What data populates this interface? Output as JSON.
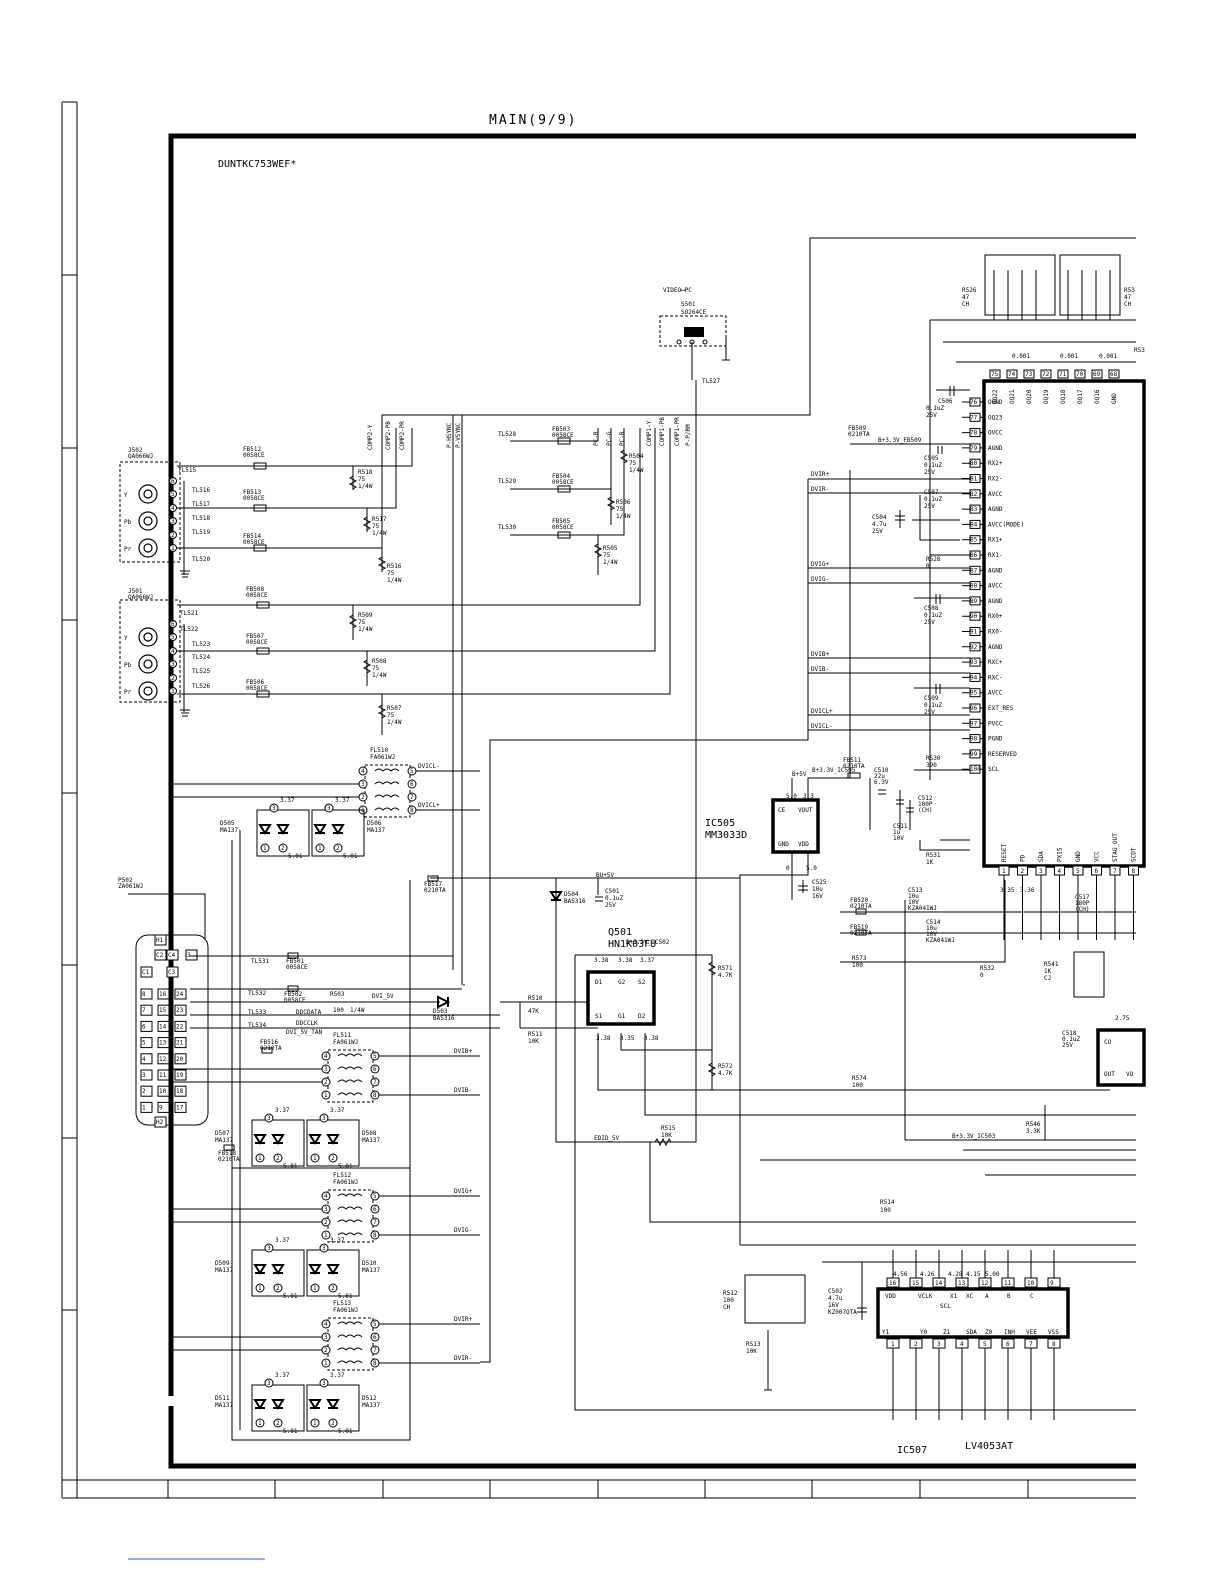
{
  "title": "MAIN(9/9)",
  "model_code": "DUNTKC753WEF*",
  "switch": {
    "label": "VIDEO⟷PC",
    "ref": "S501",
    "part": "SO264CE",
    "tl": "TL527"
  },
  "connectors": {
    "j502": {
      "ref": "J502",
      "part": "QA066WJ"
    },
    "j501": {
      "ref": "J501",
      "part": "QA066WJ"
    },
    "jack_labels": [
      "Y",
      "Pb",
      "Pr"
    ],
    "test_points_top": [
      "TL515",
      "TL516",
      "TL517",
      "TL518",
      "TL519",
      "TL520"
    ],
    "test_points_bottom": [
      "TL521",
      "TL522",
      "TL523",
      "TL524",
      "TL525",
      "TL526"
    ],
    "pins": [
      "6",
      "5",
      "4",
      "3",
      "2",
      "1"
    ]
  },
  "ferrites_top": [
    {
      "ref": "FB512",
      "part": "0058CE"
    },
    {
      "ref": "FB513",
      "part": "0058CE"
    },
    {
      "ref": "FB514",
      "part": "0058CE"
    }
  ],
  "ferrites_bottom": [
    {
      "ref": "FB508",
      "part": "0058CE"
    },
    {
      "ref": "FB507",
      "part": "0058CE"
    },
    {
      "ref": "FB506",
      "part": "0058CE"
    }
  ],
  "ferrites_pc": [
    {
      "ref": "FB503",
      "part": "0058CE"
    },
    {
      "ref": "FB504",
      "part": "0058CE"
    },
    {
      "ref": "FB505",
      "part": "0058CE"
    }
  ],
  "resistors_top": [
    {
      "ref": "R518",
      "value": "75",
      "watt": "1/4W"
    },
    {
      "ref": "R517",
      "value": "75",
      "watt": "1/4W"
    },
    {
      "ref": "R516",
      "value": "75",
      "watt": "1/4W"
    }
  ],
  "resistors_bottom": [
    {
      "ref": "R509",
      "value": "75",
      "watt": "1/4W"
    },
    {
      "ref": "R508",
      "value": "75",
      "watt": "1/4W"
    },
    {
      "ref": "R507",
      "value": "75",
      "watt": "1/4W"
    }
  ],
  "resistors_pc": [
    {
      "ref": "R504",
      "value": "75",
      "watt": "1/4W"
    },
    {
      "ref": "R506",
      "value": "75",
      "watt": "1/4W"
    },
    {
      "ref": "R505",
      "value": "75",
      "watt": "1/4W"
    }
  ],
  "signals_vertical": [
    "COMP2-Y",
    "COMP2-PB",
    "COMP2-PR",
    "P-HSYNC",
    "P-VSYNC",
    "PC-R",
    "PC-G",
    "PC-B",
    "COMP1-Y",
    "COMP1-PB",
    "COMP1-PR",
    "P-P/RM"
  ],
  "tl_pc": [
    "TL528",
    "TL529",
    "TL530"
  ],
  "ic505": {
    "ref": "IC505",
    "part": "MM3033D",
    "pins": [
      "CE",
      "VOUT",
      "GND",
      "VDD"
    ],
    "net": "B+3.3V_IC505",
    "bplus": "B+5V"
  },
  "caps_ic505": [
    {
      "ref": "C510",
      "value": "22u",
      "volt": "6.3V"
    },
    {
      "ref": "C512",
      "value": "100P",
      "volt": "(CH)"
    },
    {
      "ref": "C511",
      "value": "1u",
      "volt": "10V"
    },
    {
      "ref": "C525",
      "value": "10u",
      "volt": "16V"
    }
  ],
  "fb511": {
    "ref": "FB511",
    "part": "0210TA"
  },
  "fb509": {
    "ref": "FB509",
    "part": "0210TA",
    "net": "B+3.3V_FB509"
  },
  "r530": {
    "ref": "R530",
    "value": "390"
  },
  "r528": {
    "ref": "R528",
    "value": "0"
  },
  "r531": {
    "ref": "R531",
    "value": "1K"
  },
  "main_ic_pins": [
    {
      "n": "76",
      "name": "OGND"
    },
    {
      "n": "77",
      "name": "OQ23"
    },
    {
      "n": "78",
      "name": "OVCC"
    },
    {
      "n": "79",
      "name": "AGND"
    },
    {
      "n": "80",
      "name": "RX2+"
    },
    {
      "n": "81",
      "name": "RX2-"
    },
    {
      "n": "82",
      "name": "AVCC"
    },
    {
      "n": "83",
      "name": "AGND"
    },
    {
      "n": "84",
      "name": "AVCC(MODE)"
    },
    {
      "n": "85",
      "name": "RX1+"
    },
    {
      "n": "86",
      "name": "RX1-"
    },
    {
      "n": "87",
      "name": "AGND"
    },
    {
      "n": "88",
      "name": "AVCC"
    },
    {
      "n": "89",
      "name": "AGND"
    },
    {
      "n": "90",
      "name": "RX0+"
    },
    {
      "n": "91",
      "name": "RX0-"
    },
    {
      "n": "92",
      "name": "AGND"
    },
    {
      "n": "93",
      "name": "RXC+"
    },
    {
      "n": "94",
      "name": "RXC-"
    },
    {
      "n": "95",
      "name": "AVCC"
    },
    {
      "n": "96",
      "name": "EXT_RES"
    },
    {
      "n": "97",
      "name": "PVCC"
    },
    {
      "n": "98",
      "name": "PGND"
    },
    {
      "n": "99",
      "name": "RESERVED"
    },
    {
      "n": "100",
      "name": "SCL"
    }
  ],
  "main_ic_top_pins": [
    "OQ22",
    "OQ21",
    "OQ20",
    "OQ19",
    "OQ18",
    "OQ17",
    "OQ16",
    "GND"
  ],
  "main_ic_bottom_pins": [
    "RESET",
    "PD",
    "SDA",
    "PXIS",
    "GND",
    "VCC",
    "STAG_OUT",
    "SCDT"
  ],
  "dvi_nets": [
    "DVIR+",
    "DVIR-",
    "DVIG+",
    "DVIG-",
    "DVIB+",
    "DVIB-",
    "DVICL+",
    "DVICL-"
  ],
  "caps_main": [
    {
      "ref": "C506",
      "value": "0.1uZ",
      "volt": "25V"
    },
    {
      "ref": "C505",
      "value": "0.1uZ",
      "volt": "25V"
    },
    {
      "ref": "C507",
      "value": "0.1uZ",
      "volt": "25V"
    },
    {
      "ref": "C504",
      "value": "4.7u",
      "volt": "25V"
    },
    {
      "ref": "C508",
      "value": "0.1uZ",
      "volt": "25V"
    },
    {
      "ref": "C509",
      "value": "0.1uZ",
      "volt": "25V"
    }
  ],
  "rn_top": [
    {
      "ref": "R526",
      "value": "47",
      "note": "CH"
    },
    {
      "ref": "R53",
      "value": "47",
      "note": "CH"
    }
  ],
  "fl510": {
    "ref": "FL510",
    "part": "FA061WJ"
  },
  "fl511": {
    "ref": "FL511",
    "part": "FA061WJ"
  },
  "fl512": {
    "ref": "FL512",
    "part": "FA061WJ"
  },
  "fl513": {
    "ref": "FL513",
    "part": "FA061WJ"
  },
  "diodes": [
    {
      "ref": "D505",
      "part": "MA137"
    },
    {
      "ref": "D506",
      "part": "MA137"
    },
    {
      "ref": "D507",
      "part": "MA137"
    },
    {
      "ref": "D508",
      "part": "MA137"
    },
    {
      "ref": "D509",
      "part": "MA137"
    },
    {
      "ref": "D510",
      "part": "MA137"
    },
    {
      "ref": "D511",
      "part": "MA137"
    },
    {
      "ref": "D512",
      "part": "MA137"
    },
    {
      "ref": "D503",
      "part": "BAS316"
    },
    {
      "ref": "D504",
      "part": "BAS316"
    }
  ],
  "p502": {
    "ref": "P502",
    "part": "ZA061WJ"
  },
  "fb501": {
    "ref": "FB501",
    "part": "0058CE"
  },
  "fb502": {
    "ref": "FB502",
    "part": "0058CE"
  },
  "fb516": {
    "ref": "FB516",
    "part": "0210TA"
  },
  "fb517": {
    "ref": "FB517",
    "part": "0210TA"
  },
  "fb518": {
    "ref": "FB518",
    "part": "0210TA"
  },
  "tl_dvi": [
    "TL531",
    "TL532",
    "TL533",
    "TL534"
  ],
  "dvi_small": {
    "dv5": "DVI_5V",
    "ddcdata": "DDCDATA",
    "ddcclk": "DDCCLK",
    "dvitan": "DVI_5V_TAN",
    "bu5v": "BU+5V",
    "edid": "EDID_5V"
  },
  "r503": {
    "ref": "R503",
    "value": "100",
    "watt": "1/4W"
  },
  "r510": {
    "ref": "R510",
    "value": "47K"
  },
  "r511": {
    "ref": "R511",
    "value": "10K"
  },
  "r515": {
    "ref": "R515",
    "value": "10K"
  },
  "c501": {
    "ref": "C501",
    "value": "0.1uZ",
    "volt": "25V"
  },
  "q501": {
    "ref": "Q501",
    "part": "HN1K03FU",
    "net": "B+3.3V_IC502",
    "pins": [
      "D1",
      "G2",
      "S2",
      "S1",
      "G1",
      "D2"
    ]
  },
  "r571": {
    "ref": "R571",
    "value": "4.7K"
  },
  "r572": {
    "ref": "R572",
    "value": "4.7K"
  },
  "r573": {
    "ref": "R573",
    "value": "100"
  },
  "r574": {
    "ref": "R574",
    "value": "100"
  },
  "r514": {
    "ref": "R514",
    "value": "100"
  },
  "r532": {
    "ref": "R532",
    "value": "0"
  },
  "r541": {
    "ref": "R541",
    "value": "1K",
    "note": "CJ"
  },
  "r546": {
    "ref": "R546",
    "value": "3.3K"
  },
  "r512": {
    "ref": "R512",
    "value": "100",
    "note": "CH"
  },
  "r513": {
    "ref": "R513",
    "value": "10K"
  },
  "fb520": {
    "ref": "FB520",
    "part": "0210TA"
  },
  "fb519": {
    "ref": "FB519",
    "part": "0210TA"
  },
  "c513": {
    "ref": "C513",
    "value": "10u",
    "volt": "10V",
    "part": "KZA041WJ"
  },
  "c514": {
    "ref": "C514",
    "value": "10u",
    "volt": "10V",
    "part": "KZA041WJ"
  },
  "c517": {
    "ref": "C517",
    "value": "180P",
    "volt": "(CH)"
  },
  "c518": {
    "ref": "C518",
    "value": "0.1uZ",
    "volt": "25V"
  },
  "c502": {
    "ref": "C502",
    "value": "4.7u",
    "volt": "16V",
    "part": "KZ007OTA"
  },
  "net_ic503": "B+3.3V_IC503",
  "ic507": {
    "ref": "IC507",
    "part": "LV4053AT",
    "top_pins": [
      "16",
      "15",
      "14",
      "13",
      "12",
      "11",
      "10",
      "9"
    ],
    "bottom_pins": [
      "1",
      "2",
      "3",
      "4",
      "5",
      "6",
      "7",
      "8"
    ],
    "top_labels": [
      "VDD",
      "VCLK",
      "X1",
      "XC",
      "A",
      "B",
      "C"
    ],
    "bottom_labels": [
      "Y1",
      "Y0",
      "Z1",
      "SDA",
      "Z0",
      "INH",
      "VEE",
      "VSS"
    ],
    "inner": "SCL"
  },
  "co_box": {
    "labels": [
      "CO",
      "OUT",
      "VO"
    ]
  },
  "volt_labels": [
    "5.01",
    "0",
    "3.37",
    "3.38",
    "4.56",
    "4.26",
    "4.28",
    "4.15",
    "5.00",
    "3.35",
    "3.36",
    "0.001",
    "2.75",
    "5.0",
    "3.3"
  ],
  "dvi_connector_pins": [
    [
      "8",
      "16",
      "24"
    ],
    [
      "7",
      "15",
      "23"
    ],
    [
      "6",
      "14",
      "22"
    ],
    [
      "5",
      "13",
      "21"
    ],
    [
      "4",
      "12",
      "20"
    ],
    [
      "3",
      "11",
      "19"
    ],
    [
      "2",
      "10",
      "18"
    ],
    [
      "1",
      "9",
      "17"
    ]
  ],
  "dvi_connector_extra": [
    "C2",
    "C4",
    "C1",
    "C3",
    "C5",
    "H1",
    "H2",
    "3",
    "1",
    "2"
  ]
}
